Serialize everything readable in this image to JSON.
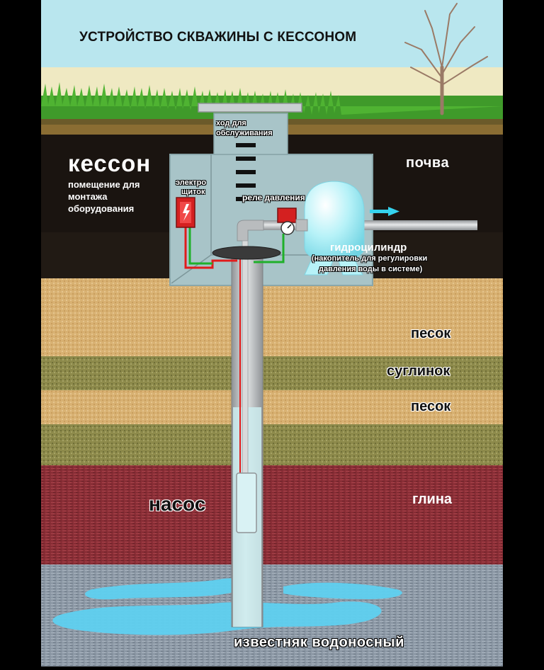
{
  "title": "УСТРОЙСТВО СКВАЖИНЫ С КЕССОНОМ",
  "caisson": {
    "name": "кессон",
    "description_lines": [
      "помещение для",
      "монтажа",
      "оборудования"
    ],
    "hatch_lines": [
      "ход для",
      "обслуживания"
    ]
  },
  "equipment": {
    "panel_lines": [
      "электро",
      "щиток"
    ],
    "relay": "реле давления",
    "tank": "гидроцилиндр",
    "tank_note_lines": [
      "(накопитель для регулировки",
      "давления воды в системе)"
    ],
    "pump": "насос"
  },
  "layers": {
    "soil": "почва",
    "sand1": "песок",
    "loam": "суглинок",
    "sand2": "песок",
    "clay": "глина",
    "aquifer": "известняк водоносный"
  },
  "colors": {
    "sky": "#b9e6ee",
    "grass": "#3f9a2a",
    "soil": "#1a1410",
    "sand": "#d8b172",
    "loam": "#8d8a4b",
    "clay": "#8a2e36",
    "limestone": "#8d99a6",
    "water": "#5fd0f0",
    "caisson": "#a8c4c8",
    "pipe": "#c4c7c9",
    "tank": "#b7f2f8",
    "wire_red": "#e11b1b",
    "wire_green": "#1fb02a"
  },
  "icons": [
    "tree-icon",
    "arrow-right-icon",
    "pressure-gauge-icon"
  ]
}
